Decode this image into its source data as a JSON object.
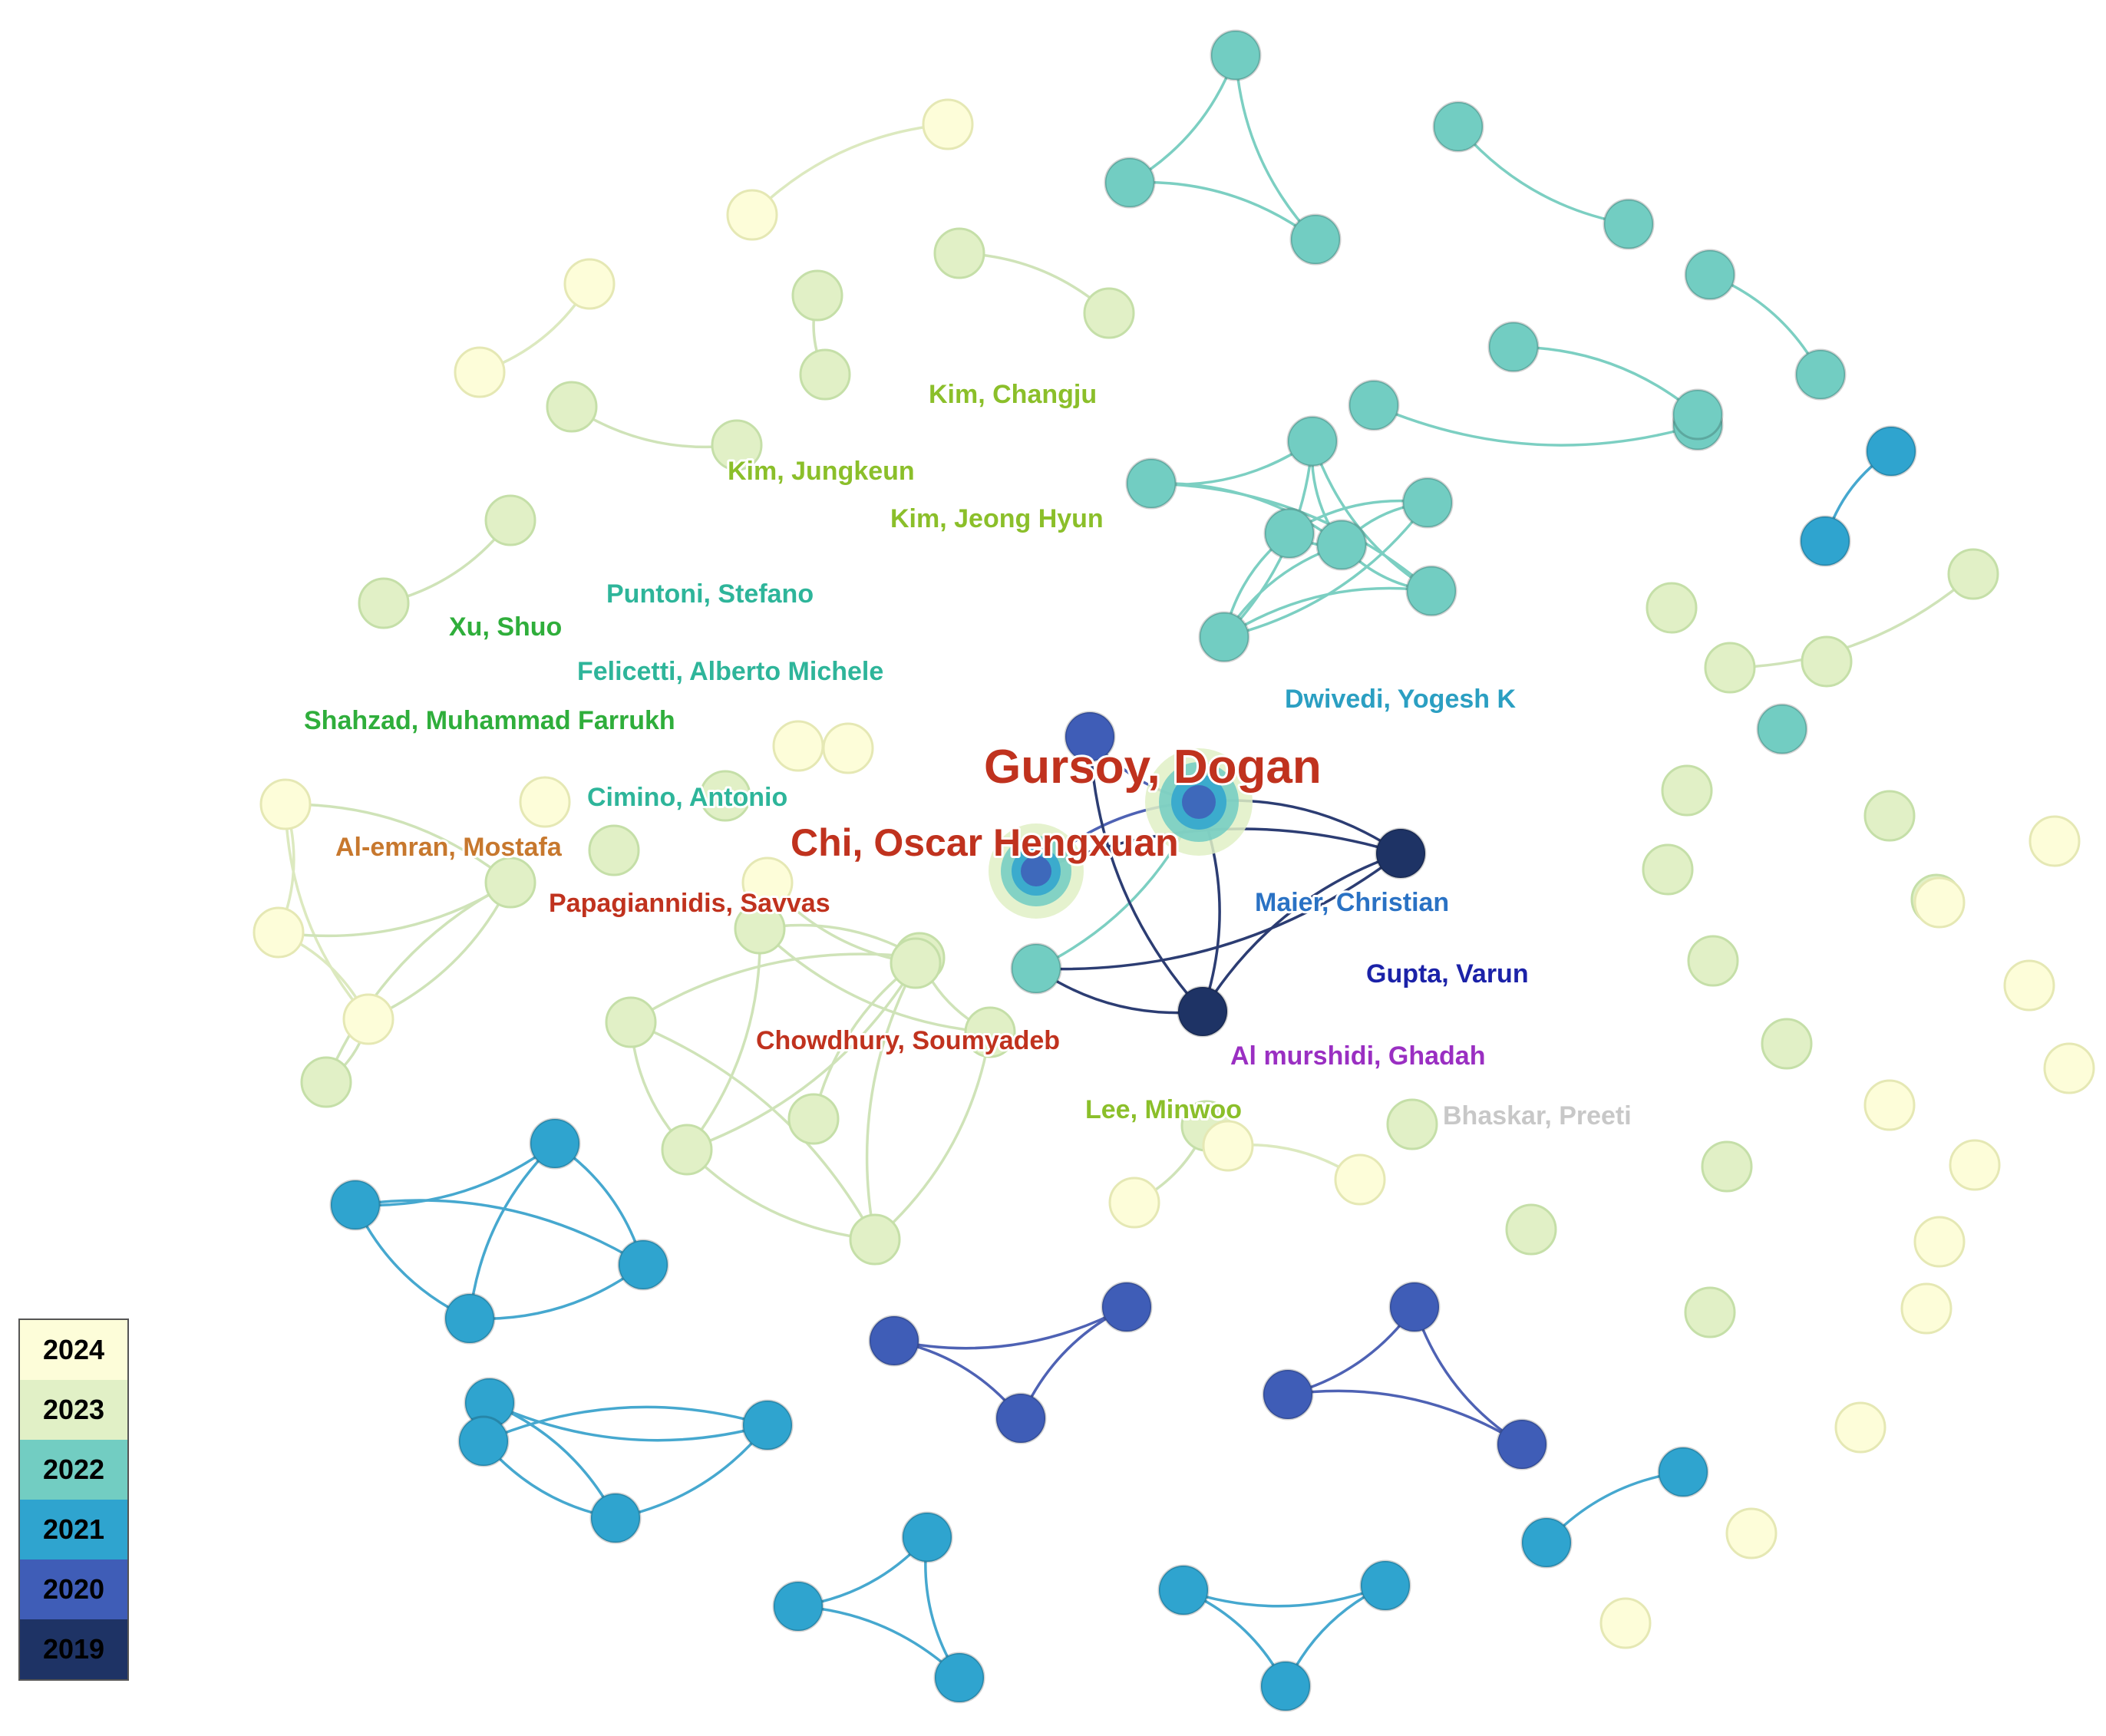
{
  "palette": {
    "2024": "#fdfdd9",
    "2023": "#e1f0c6",
    "2022": "#72cdc2",
    "2021": "#2fa4cf",
    "2020": "#3f5db7",
    "2019": "#1e3365"
  },
  "edge_colors": {
    "2024": "#dce9bf",
    "2023": "#cfe3b8",
    "2022": "#7ccfc2",
    "2021": "#46a8cf",
    "2020": "#4e62b4",
    "2019": "#2c3d73"
  },
  "legend": {
    "items": [
      {
        "label": "2024",
        "bg": "#fdfdd9",
        "fg": "#000000"
      },
      {
        "label": "2023",
        "bg": "#e1f0c6",
        "fg": "#000000"
      },
      {
        "label": "2022",
        "bg": "#72cdc2",
        "fg": "#000000"
      },
      {
        "label": "2021",
        "bg": "#2fa4cf",
        "fg": "#000000"
      },
      {
        "label": "2020",
        "bg": "#3f5db7",
        "fg": "#000000"
      },
      {
        "label": "2019",
        "bg": "#1e3365",
        "fg": "#000000"
      }
    ]
  },
  "authors": [
    {
      "name": "Gursoy, Dogan",
      "color": "#c0321e",
      "weight": 3
    },
    {
      "name": "Chi, Oscar Hengxuan",
      "color": "#c0321e",
      "weight": 2
    },
    {
      "name": "Kim, Changju",
      "color": "#8bbf2a",
      "weight": 1
    },
    {
      "name": "Kim, Jungkeun",
      "color": "#8bbf2a",
      "weight": 1
    },
    {
      "name": "Kim, Jeong Hyun",
      "color": "#8bbf2a",
      "weight": 1
    },
    {
      "name": "Puntoni, Stefano",
      "color": "#2eb59a",
      "weight": 1
    },
    {
      "name": "Xu, Shuo",
      "color": "#2fae3b",
      "weight": 1
    },
    {
      "name": "Felicetti, Alberto Michele",
      "color": "#2eb59a",
      "weight": 1
    },
    {
      "name": "Shahzad, Muhammad Farrukh",
      "color": "#2fae3b",
      "weight": 1
    },
    {
      "name": "Dwivedi, Yogesh K",
      "color": "#2b9fc2",
      "weight": 1
    },
    {
      "name": "Cimino, Antonio",
      "color": "#2eb59a",
      "weight": 1
    },
    {
      "name": "Al-emran, Mostafa",
      "color": "#c7782e",
      "weight": 1
    },
    {
      "name": "Papagiannidis, Savvas",
      "color": "#c0321e",
      "weight": 1
    },
    {
      "name": "Maier, Christian",
      "color": "#2a72c4",
      "weight": 1
    },
    {
      "name": "Gupta, Varun",
      "color": "#1b22a8",
      "weight": 1
    },
    {
      "name": "Chowdhury, Soumyadeb",
      "color": "#c0321e",
      "weight": 1
    },
    {
      "name": "Al murshidi, Ghadah",
      "color": "#9a2fc2",
      "weight": 1
    },
    {
      "name": "Lee, Minwoo",
      "color": "#8bbf2a",
      "weight": 1
    },
    {
      "name": "Bhaskar, Preeti",
      "color": "#c8c8c8",
      "weight": 1
    }
  ],
  "network": {
    "nodes": [
      {
        "id": "n1",
        "year": "2022"
      },
      {
        "id": "n2",
        "year": "2022"
      },
      {
        "id": "n3",
        "year": "2022"
      },
      {
        "id": "n4",
        "year": "2024"
      },
      {
        "id": "n5",
        "year": "2024"
      },
      {
        "id": "n6",
        "year": "2023"
      },
      {
        "id": "n7",
        "year": "2023"
      },
      {
        "id": "n8",
        "year": "2023"
      },
      {
        "id": "n9",
        "year": "2023"
      },
      {
        "id": "n10",
        "year": "2024"
      },
      {
        "id": "n11",
        "year": "2024"
      },
      {
        "id": "n12",
        "year": "2023"
      },
      {
        "id": "n13",
        "year": "2023"
      },
      {
        "id": "n14",
        "year": "2023"
      },
      {
        "id": "n15",
        "year": "2023"
      },
      {
        "id": "n16",
        "year": "2022"
      },
      {
        "id": "n17",
        "year": "2022"
      },
      {
        "id": "n18",
        "year": "2022"
      },
      {
        "id": "n19",
        "year": "2022"
      },
      {
        "id": "n20",
        "year": "2022"
      },
      {
        "id": "n21",
        "year": "2022"
      },
      {
        "id": "n22",
        "year": "2022"
      },
      {
        "id": "n23",
        "year": "2022"
      },
      {
        "id": "n24",
        "year": "2022"
      },
      {
        "id": "n25",
        "year": "2022"
      },
      {
        "id": "n26",
        "year": "2022"
      },
      {
        "id": "n27",
        "year": "2022"
      },
      {
        "id": "n28",
        "year": "2022"
      },
      {
        "id": "n29",
        "year": "2022"
      },
      {
        "id": "n30",
        "year": "2022"
      },
      {
        "id": "n31",
        "year": "2022"
      },
      {
        "id": "n32",
        "year": "2021"
      },
      {
        "id": "n33",
        "year": "2021"
      },
      {
        "id": "n34",
        "year": "2023"
      },
      {
        "id": "n35",
        "year": "2023"
      },
      {
        "id": "n36",
        "year": "2023"
      },
      {
        "id": "n37",
        "year": "2023"
      },
      {
        "id": "n38",
        "year": "2024"
      },
      {
        "id": "n39",
        "year": "2024"
      },
      {
        "id": "n40",
        "year": "2024"
      },
      {
        "id": "n41",
        "year": "2024"
      },
      {
        "id": "n42",
        "year": "2024"
      },
      {
        "id": "n43",
        "year": "2023"
      },
      {
        "id": "n44",
        "year": "2023"
      },
      {
        "id": "n45",
        "year": "2024"
      },
      {
        "id": "n46",
        "year": "2023"
      },
      {
        "id": "n47",
        "year": "2024"
      },
      {
        "id": "n48",
        "year": "2023"
      },
      {
        "id": "n49",
        "year": "2023"
      },
      {
        "id": "n50",
        "year": "2023"
      },
      {
        "id": "n51",
        "year": "2023"
      },
      {
        "id": "n52",
        "year": "2023"
      },
      {
        "id": "n53",
        "year": "2023"
      },
      {
        "id": "n54",
        "year": "2023"
      },
      {
        "id": "n55",
        "year": "2023"
      },
      {
        "id": "n56",
        "year": "2023"
      },
      {
        "id": "g1",
        "year": "2020"
      },
      {
        "id": "g2",
        "year": "2022"
      },
      {
        "id": "g3",
        "year": "2019"
      },
      {
        "id": "g4",
        "year": "2019"
      },
      {
        "id": "g5",
        "year": "2022"
      },
      {
        "id": "g6",
        "year": "2020"
      },
      {
        "id": "n57",
        "year": "2024"
      },
      {
        "id": "n58",
        "year": "2023"
      },
      {
        "id": "n59",
        "year": "2024"
      },
      {
        "id": "n60",
        "year": "2024"
      },
      {
        "id": "n61",
        "year": "2023"
      },
      {
        "id": "r1",
        "year": "2023"
      },
      {
        "id": "r2",
        "year": "2023"
      },
      {
        "id": "r3",
        "year": "2024"
      },
      {
        "id": "r4",
        "year": "2023"
      },
      {
        "id": "r5",
        "year": "2024"
      },
      {
        "id": "r6",
        "year": "2023"
      },
      {
        "id": "r7",
        "year": "2024"
      },
      {
        "id": "r8",
        "year": "2023"
      },
      {
        "id": "r9",
        "year": "2024"
      },
      {
        "id": "r10",
        "year": "2023"
      },
      {
        "id": "r11",
        "year": "2024"
      },
      {
        "id": "r12",
        "year": "2023"
      },
      {
        "id": "r13",
        "year": "2024"
      },
      {
        "id": "r14",
        "year": "2023"
      },
      {
        "id": "r15",
        "year": "2024"
      },
      {
        "id": "r16",
        "year": "2024"
      },
      {
        "id": "r17",
        "year": "2024"
      },
      {
        "id": "r18",
        "year": "2024"
      },
      {
        "id": "r19",
        "year": "2024"
      },
      {
        "id": "r20",
        "year": "2023"
      },
      {
        "id": "b1",
        "year": "2021"
      },
      {
        "id": "b2",
        "year": "2021"
      },
      {
        "id": "b3",
        "year": "2021"
      },
      {
        "id": "b4",
        "year": "2021"
      },
      {
        "id": "b5",
        "year": "2021"
      },
      {
        "id": "b6",
        "year": "2021"
      },
      {
        "id": "b7",
        "year": "2021"
      },
      {
        "id": "b8",
        "year": "2021"
      },
      {
        "id": "c1",
        "year": "2020"
      },
      {
        "id": "c2",
        "year": "2020"
      },
      {
        "id": "c3",
        "year": "2020"
      },
      {
        "id": "c4",
        "year": "2020"
      },
      {
        "id": "c5",
        "year": "2020"
      },
      {
        "id": "c6",
        "year": "2020"
      },
      {
        "id": "d1",
        "year": "2021"
      },
      {
        "id": "d2",
        "year": "2021"
      },
      {
        "id": "e1",
        "year": "2021"
      },
      {
        "id": "e2",
        "year": "2021"
      },
      {
        "id": "e3",
        "year": "2021"
      },
      {
        "id": "e4",
        "year": "2021"
      },
      {
        "id": "e5",
        "year": "2021"
      },
      {
        "id": "e6",
        "year": "2021"
      }
    ],
    "edges": [
      [
        "n1",
        "n2"
      ],
      [
        "n1",
        "n3"
      ],
      [
        "n2",
        "n3"
      ],
      [
        "n4",
        "n5"
      ],
      [
        "n6",
        "n7"
      ],
      [
        "n8",
        "n9"
      ],
      [
        "n10",
        "n11"
      ],
      [
        "n12",
        "n13"
      ],
      [
        "n14",
        "n15"
      ],
      [
        "n16",
        "n17"
      ],
      [
        "n18",
        "n19"
      ],
      [
        "n20",
        "n21"
      ],
      [
        "n20",
        "n22"
      ],
      [
        "n21",
        "n22"
      ],
      [
        "n20",
        "n26"
      ],
      [
        "n21",
        "n26"
      ],
      [
        "n23",
        "n22"
      ],
      [
        "n26",
        "n22"
      ],
      [
        "n23",
        "n24"
      ],
      [
        "n23",
        "n25"
      ],
      [
        "n24",
        "n25"
      ],
      [
        "n24",
        "n26"
      ],
      [
        "n23",
        "n26"
      ],
      [
        "n25",
        "n26"
      ],
      [
        "n21",
        "n23"
      ],
      [
        "n27",
        "n28"
      ],
      [
        "n29",
        "n30"
      ],
      [
        "n32",
        "n33"
      ],
      [
        "n34",
        "n35"
      ],
      [
        "n38",
        "n39"
      ],
      [
        "n40",
        "n41"
      ],
      [
        "n40",
        "n42"
      ],
      [
        "n40",
        "n43"
      ],
      [
        "n41",
        "n43"
      ],
      [
        "n42",
        "n44"
      ],
      [
        "n43",
        "n44"
      ],
      [
        "n41",
        "n42"
      ],
      [
        "n42",
        "n43"
      ],
      [
        "n49",
        "n50"
      ],
      [
        "n49",
        "n51"
      ],
      [
        "n49",
        "n53"
      ],
      [
        "n50",
        "n51"
      ],
      [
        "n50",
        "n53"
      ],
      [
        "n50",
        "n54"
      ],
      [
        "n51",
        "n54"
      ],
      [
        "n52",
        "n53"
      ],
      [
        "n52",
        "n54"
      ],
      [
        "n53",
        "n54"
      ],
      [
        "n52",
        "n50"
      ],
      [
        "n47",
        "n56"
      ],
      [
        "n55",
        "n56"
      ],
      [
        "g1",
        "g2"
      ],
      [
        "g2",
        "g4"
      ],
      [
        "g3",
        "g4"
      ],
      [
        "g2",
        "g3"
      ],
      [
        "g5",
        "g2"
      ],
      [
        "g6",
        "g2"
      ],
      [
        "g1",
        "g4"
      ],
      [
        "g3",
        "g5"
      ],
      [
        "g5",
        "g4"
      ],
      [
        "g6",
        "g3"
      ],
      [
        "n57",
        "n58"
      ],
      [
        "n59",
        "n60"
      ],
      [
        "b1",
        "b2"
      ],
      [
        "b1",
        "b3"
      ],
      [
        "b1",
        "b4"
      ],
      [
        "b2",
        "b3"
      ],
      [
        "b2",
        "b4"
      ],
      [
        "b3",
        "b4"
      ],
      [
        "b5",
        "b6"
      ],
      [
        "b5",
        "b7"
      ],
      [
        "b5",
        "b8"
      ],
      [
        "b6",
        "b7"
      ],
      [
        "b6",
        "b8"
      ],
      [
        "b7",
        "b8"
      ],
      [
        "c1",
        "c2"
      ],
      [
        "c1",
        "c3"
      ],
      [
        "c2",
        "c3"
      ],
      [
        "c4",
        "c5"
      ],
      [
        "c4",
        "c6"
      ],
      [
        "c5",
        "c6"
      ],
      [
        "d1",
        "d2"
      ],
      [
        "e1",
        "e2"
      ],
      [
        "e1",
        "e3"
      ],
      [
        "e2",
        "e3"
      ],
      [
        "e4",
        "e5"
      ],
      [
        "e4",
        "e6"
      ],
      [
        "e5",
        "e6"
      ]
    ]
  }
}
